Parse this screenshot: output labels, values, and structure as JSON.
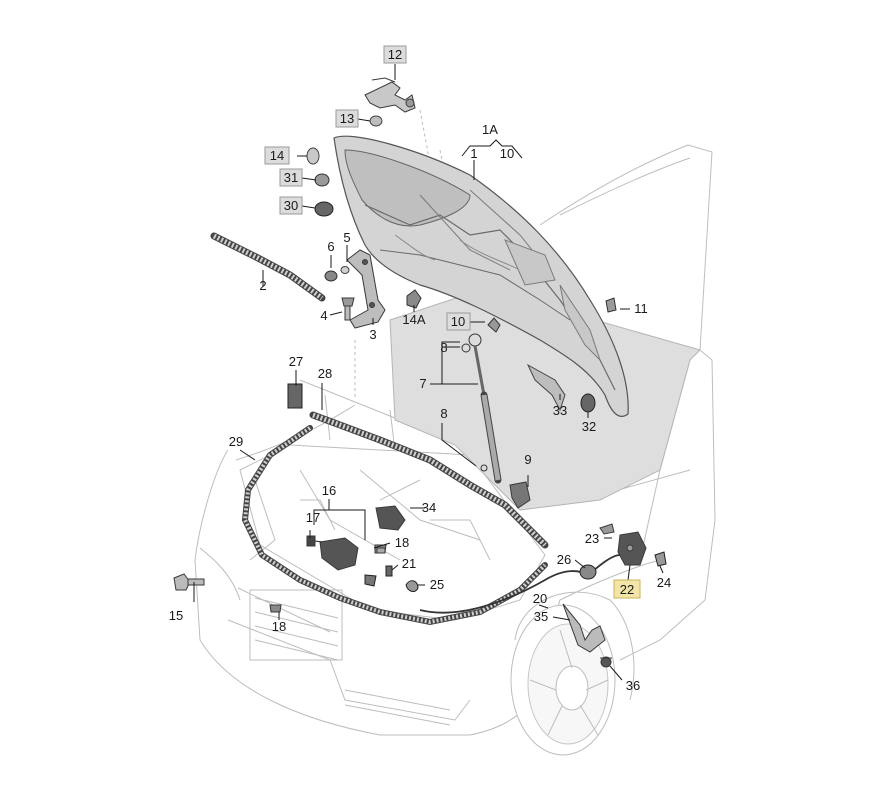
{
  "colors": {
    "box": "#dcdcdc",
    "highlight": "#f2e5a7",
    "hood": "#d4d4d4",
    "dark_panel": "#dedede"
  },
  "callouts": {
    "c12": "12",
    "c13": "13",
    "c14": "14",
    "c31": "31",
    "c30": "30",
    "c1a": "1A",
    "c1": "1",
    "c10a": "10",
    "c2": "2",
    "c6": "6",
    "c5": "5",
    "c4": "4",
    "c3": "3",
    "c14a": "14A",
    "c10b": "10",
    "c11": "11",
    "c8a": "8",
    "c7": "7",
    "c8b": "8",
    "c27": "27",
    "c28": "28",
    "c33": "33",
    "c32": "32",
    "c29": "29",
    "c9": "9",
    "c16": "16",
    "c34": "34",
    "c17": "17",
    "c18a": "18",
    "c21": "21",
    "c25": "25",
    "c15": "15",
    "c18b": "18",
    "c23": "23",
    "c26": "26",
    "c22": "22",
    "c24": "24",
    "c20": "20",
    "c35": "35",
    "c36": "36"
  }
}
